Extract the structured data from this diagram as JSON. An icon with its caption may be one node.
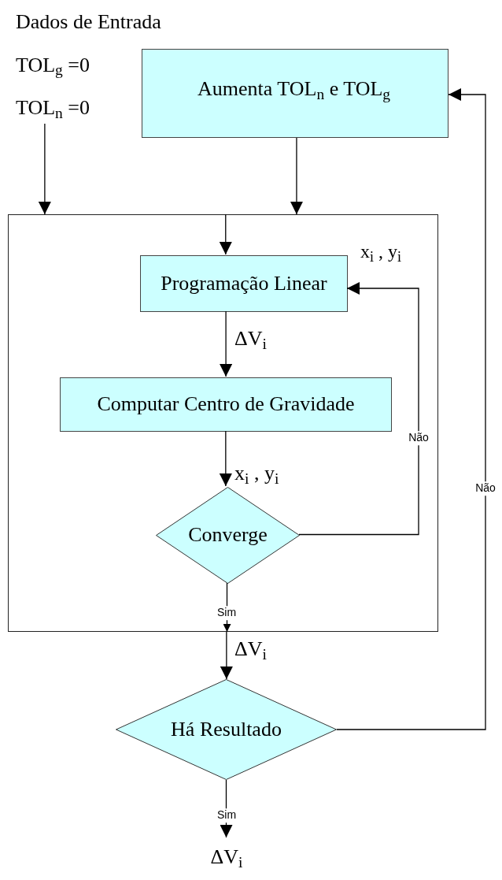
{
  "diagram": {
    "nodes": [
      {
        "text": [
          "Dados de Entrada",
          "TOL$_{g}$ =0",
          "TOL$_{n}$ =0"
        ]
      },
      {
        "text": [
          "Aumenta TOL$_{n}$ e TOL$_{g}$"
        ]
      },
      {
        "text": [],
        "shape": "box"
      },
      {
        "text": [
          "Programação Linear"
        ],
        "in": 2
      },
      {
        "text": [
          "Computar Centro de Gravidade"
        ],
        "in": 2
      },
      {
        "text": [
          "Converge"
        ],
        "in": 2
      },
      {
        "text": [
          "Há Resultado"
        ]
      },
      {
        "text": [
          "ΔV$_{i}$"
        ]
      }
    ],
    "edges": [
      {
        "from": 0,
        "to": 2,
        "arrow": "to"
      },
      {
        "from": 1,
        "to": 2,
        "arrow": "to"
      },
      {
        "from": 2,
        "to": 3,
        "arrow": "to"
      },
      {
        "from": 3,
        "to": 4,
        "arrow": "to",
        "label": "ΔV$_{i}$"
      },
      {
        "from": 4,
        "to": 5,
        "arrow": "to",
        "label": "x$_{i}$ , y$_{i}$"
      },
      {
        "from": 5,
        "to": 3,
        "arrow": "to",
        "label": "Não"
      },
      {
        "from": 5,
        "to": 2,
        "arrow": "to",
        "label": "Sim"
      },
      {
        "from": 2,
        "to": 6,
        "arrow": "to",
        "label": "ΔV$_{i}$"
      },
      {
        "from": 6,
        "to": 1,
        "arrow": "to",
        "label": "Não"
      },
      {
        "from": 6,
        "to": 7,
        "arrow": "to",
        "label": "Sim"
      }
    ],
    "labels": [
      "x$_{i}$ , y$_{i}$"
    ]
  }
}
